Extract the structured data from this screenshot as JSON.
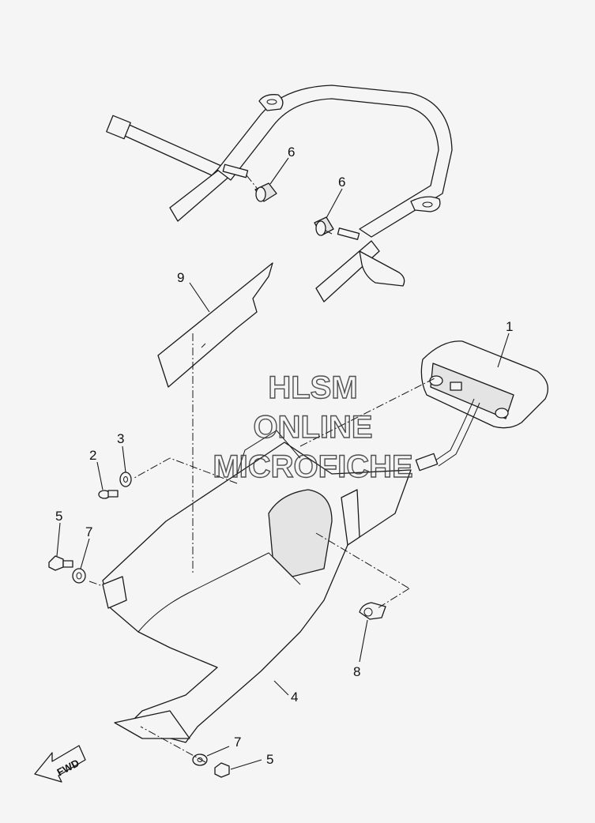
{
  "watermark": {
    "line1": "HLSM",
    "line2": "ONLINE",
    "line3": "MICROFICHE"
  },
  "direction_label": "FWD",
  "callouts": {
    "c1": "1",
    "c2": "2",
    "c3": "3",
    "c4": "4",
    "c5a": "5",
    "c5b": "5",
    "c6a": "6",
    "c6b": "6",
    "c7a": "7",
    "c7b": "7",
    "c8": "8",
    "c9": "9"
  }
}
